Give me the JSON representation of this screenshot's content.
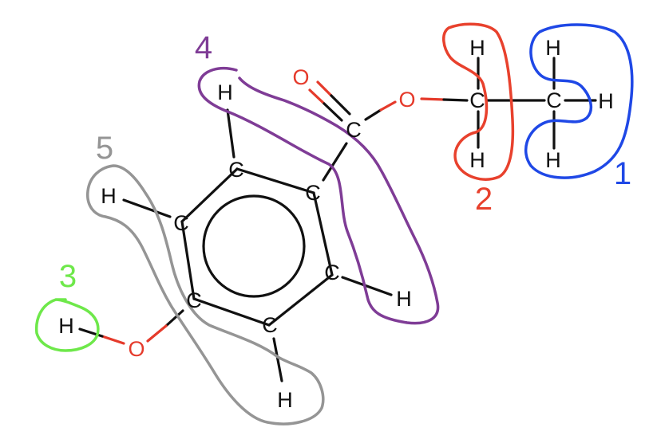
{
  "diagram": {
    "atoms": {
      "o_carbonyl": "O",
      "c_carbonyl": "C",
      "o_ester": "O",
      "c_ch2": "C",
      "h_ch2_top": "H",
      "h_ch2_bottom": "H",
      "c_ch3": "C",
      "h_ch3_top": "H",
      "h_ch3_right": "H",
      "h_ch3_bottom": "H",
      "c_ring_top": "C",
      "c_ring_right_upper": "C",
      "c_ring_right_lower": "C",
      "c_ring_bottom": "C",
      "c_ring_left_lower": "C",
      "c_ring_left_upper": "C",
      "h_ring_top": "H",
      "h_ring_right_lower": "H",
      "h_ring_bottom": "H",
      "h_ring_left_upper": "H",
      "o_hydroxyl": "O",
      "h_hydroxyl": "H"
    },
    "groups": [
      {
        "label": "1",
        "color": "#1f48e6"
      },
      {
        "label": "2",
        "color": "#e8412d"
      },
      {
        "label": "3",
        "color": "#6ee84a"
      },
      {
        "label": "4",
        "color": "#7f3c96"
      },
      {
        "label": "5",
        "color": "#959595"
      }
    ],
    "colors": {
      "bond": "#111111",
      "oxygen": "#e53a2b",
      "carbon_hydrogen": "#111111"
    }
  }
}
